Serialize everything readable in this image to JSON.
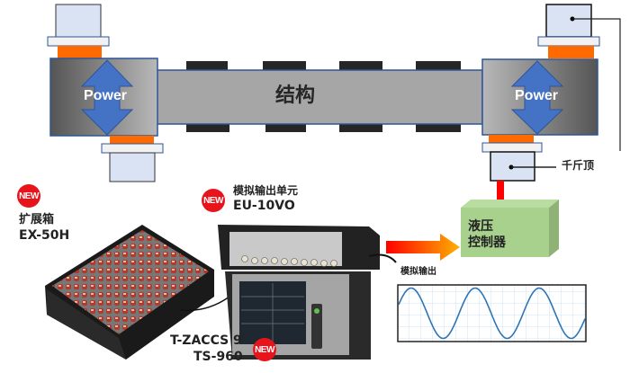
{
  "structure": {
    "beam_label": "结构",
    "left_actuator_label": "Power",
    "right_actuator_label": "Power",
    "jack_label": "千斤顶"
  },
  "controller": {
    "label_line1": "液压",
    "label_line2": "控制器"
  },
  "analog_output": {
    "label": "模拟输出",
    "waveform": "sine",
    "cycles": 3
  },
  "devices": [
    {
      "badge": "NEW",
      "name": "扩展箱",
      "model": "EX-50H"
    },
    {
      "badge": "NEW",
      "name": "模拟输出单元",
      "model": "EU-10VO"
    },
    {
      "badge": "NEW",
      "name": "T-ZACCS 9",
      "model": "TS-960"
    }
  ],
  "colors": {
    "actuator_arrow": "#4472c4",
    "pad": "#ff6a00",
    "jack": "#dae3f3",
    "controller": "#a9d18e",
    "signal_arrow": "#ff0000",
    "badge": "#e8141b",
    "wave": "#2e75b6"
  }
}
